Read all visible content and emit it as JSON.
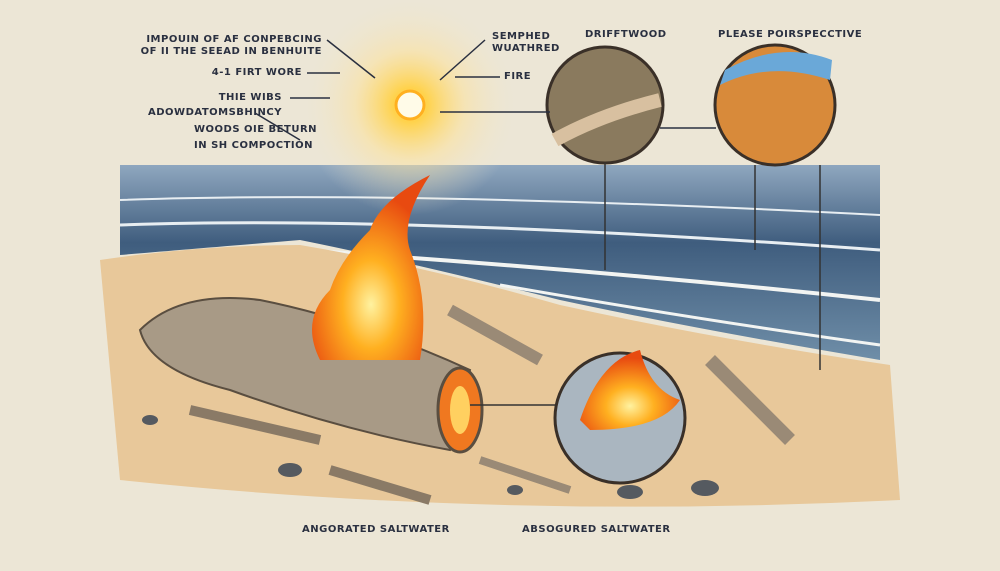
{
  "labels": {
    "top_left_1": "IMPOUIN OF AF CONPEBCING",
    "top_left_2": "OF II THE SEEAD IN BENHUITE",
    "fire_wore": "4-1 FIRT WORE",
    "wibs": "THIE WIBS",
    "adow": "ADOWDATOMSBHINCY",
    "woods_1": "WOODS OIE BETURN",
    "woods_2": "IN SH COMPOCTION",
    "semphed_1": "SEMPHED",
    "semphed_2": "WUATHRED",
    "fire": "FIRE",
    "driftwood": "DRIFFTWOOD",
    "perspective": "PLEASE POIRSPECCTIVE",
    "bottom_left": "ANGORATED SALTWATER",
    "bottom_right": "ABSOGURED SALTWATER"
  },
  "colors": {
    "background": "#ece6d6",
    "sea": "#3d5a7a",
    "sand": "#e8c89a",
    "fire": "#f47a1a",
    "sun": "#fbd04a"
  }
}
